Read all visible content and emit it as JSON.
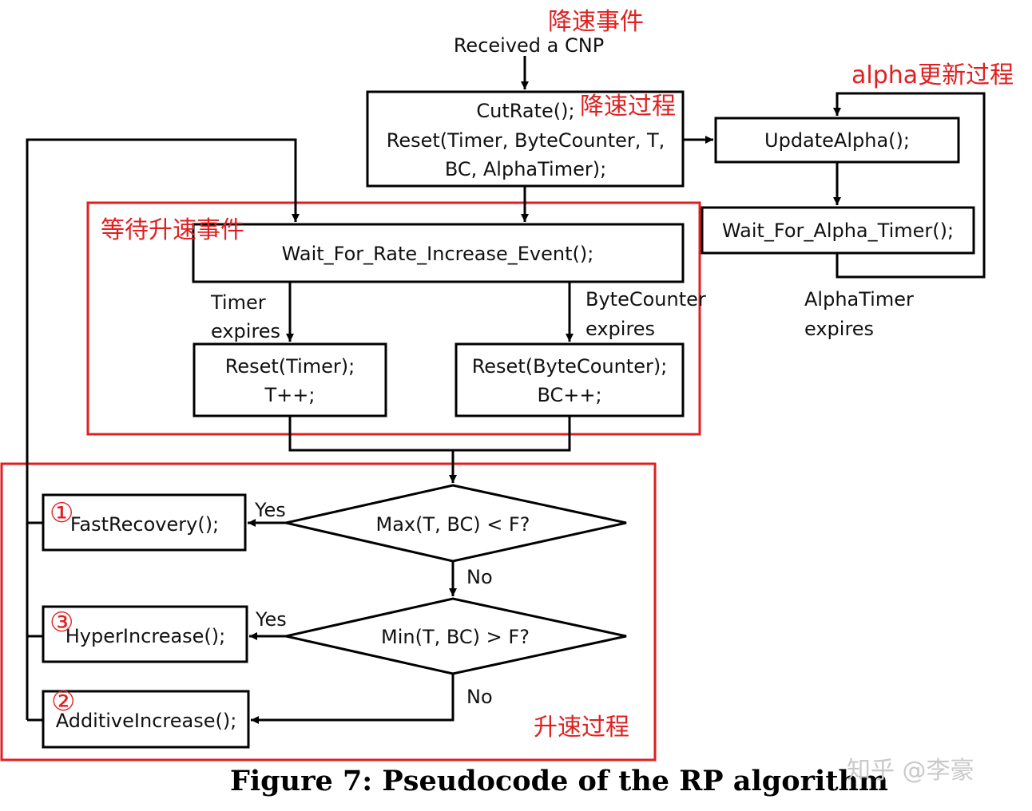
{
  "labels": {
    "slowdown_event": "降速事件",
    "received_cnp": "Received a CNP",
    "slowdown_process": "降速过程",
    "alpha_update_process": "alpha更新过程",
    "wait_increase_event": "等待升速事件",
    "speedup_process": "升速过程"
  },
  "boxes": {
    "cutrate_l1": "CutRate();",
    "cutrate_l2": "Reset(Timer, ByteCounter, T,",
    "cutrate_l3": "BC, AlphaTimer);",
    "update_alpha": "UpdateAlpha();",
    "wait_alpha_timer": "Wait_For_Alpha_Timer();",
    "wait_rate_increase": "Wait_For_Rate_Increase_Event();",
    "reset_timer_l1": "Reset(Timer);",
    "reset_timer_l2": "T++;",
    "reset_bc_l1": "Reset(ByteCounter);",
    "reset_bc_l2": "BC++;",
    "fast_recovery": "FastRecovery();",
    "hyper_increase": "HyperIncrease();",
    "additive_increase": "AdditiveIncrease();"
  },
  "decisions": {
    "max_check": "Max(T, BC) < F?",
    "min_check": "Min(T, BC) > F?"
  },
  "edges": {
    "timer_expires_l1": "Timer",
    "timer_expires_l2": "expires",
    "bc_expires_l1": "ByteCounter",
    "bc_expires_l2": "expires",
    "alpha_expires_l1": "AlphaTimer",
    "alpha_expires_l2": "expires",
    "yes_1": "Yes",
    "no_1": "No",
    "yes_2": "Yes",
    "no_2": "No"
  },
  "markers": {
    "m1": "①",
    "m3": "③",
    "m2": "②"
  },
  "caption": "Figure 7: Pseudocode of the RP algorithm",
  "watermark": "知乎 @李豪",
  "colors": {
    "annotation": "#e02020",
    "line": "#000000"
  }
}
